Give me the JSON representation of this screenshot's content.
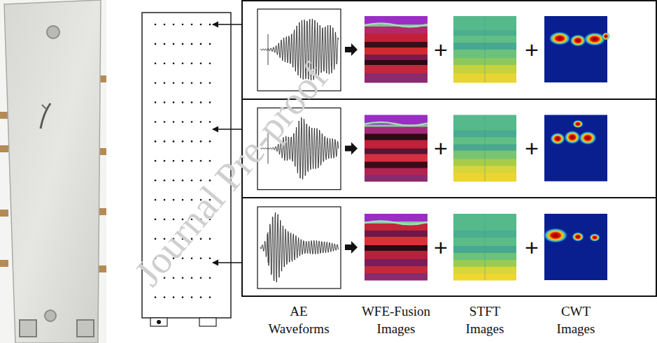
{
  "diagram": {
    "labels": [
      "+",
      "+",
      "+",
      "+",
      "+",
      "+",
      "AE Waveforms",
      "WFE-Fusion Images",
      "STFT Images",
      "CWT Images",
      "Journal Pre-proof"
    ]
  }
}
